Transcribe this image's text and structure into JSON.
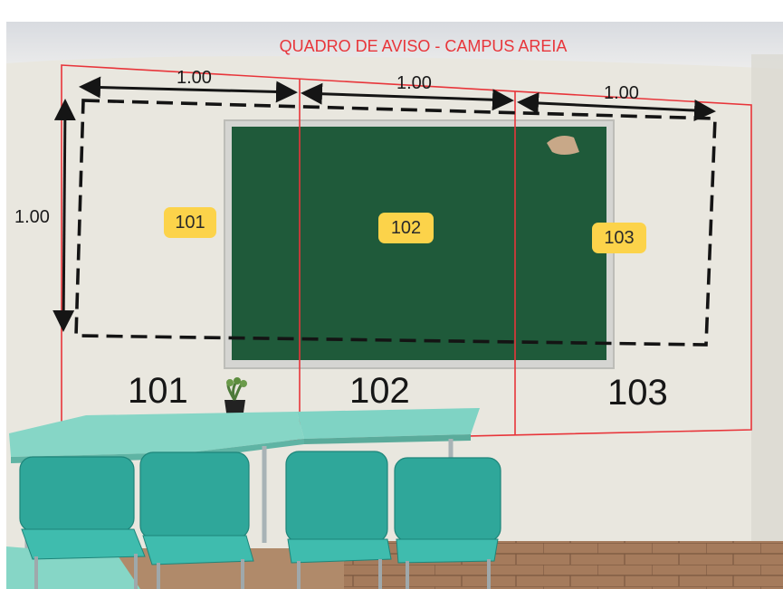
{
  "title": "QUADRO DE AVISO - CAMPUS AREIA",
  "dimensions": {
    "section_1_width": "1.00",
    "section_2_width": "1.00",
    "section_3_width": "1.00",
    "height": "1.00"
  },
  "sections": [
    {
      "badge": "101",
      "label": "101"
    },
    {
      "badge": "102",
      "label": "102"
    },
    {
      "badge": "103",
      "label": "103"
    }
  ],
  "colors": {
    "outline": "#e8353a",
    "badge": "#fcd34a",
    "board": "#1f5a3a",
    "wall": "#e9e7df",
    "furniture": "#7fd3c4"
  },
  "icons": [
    "plant-pot",
    "double-arrow-horizontal",
    "double-arrow-vertical"
  ]
}
